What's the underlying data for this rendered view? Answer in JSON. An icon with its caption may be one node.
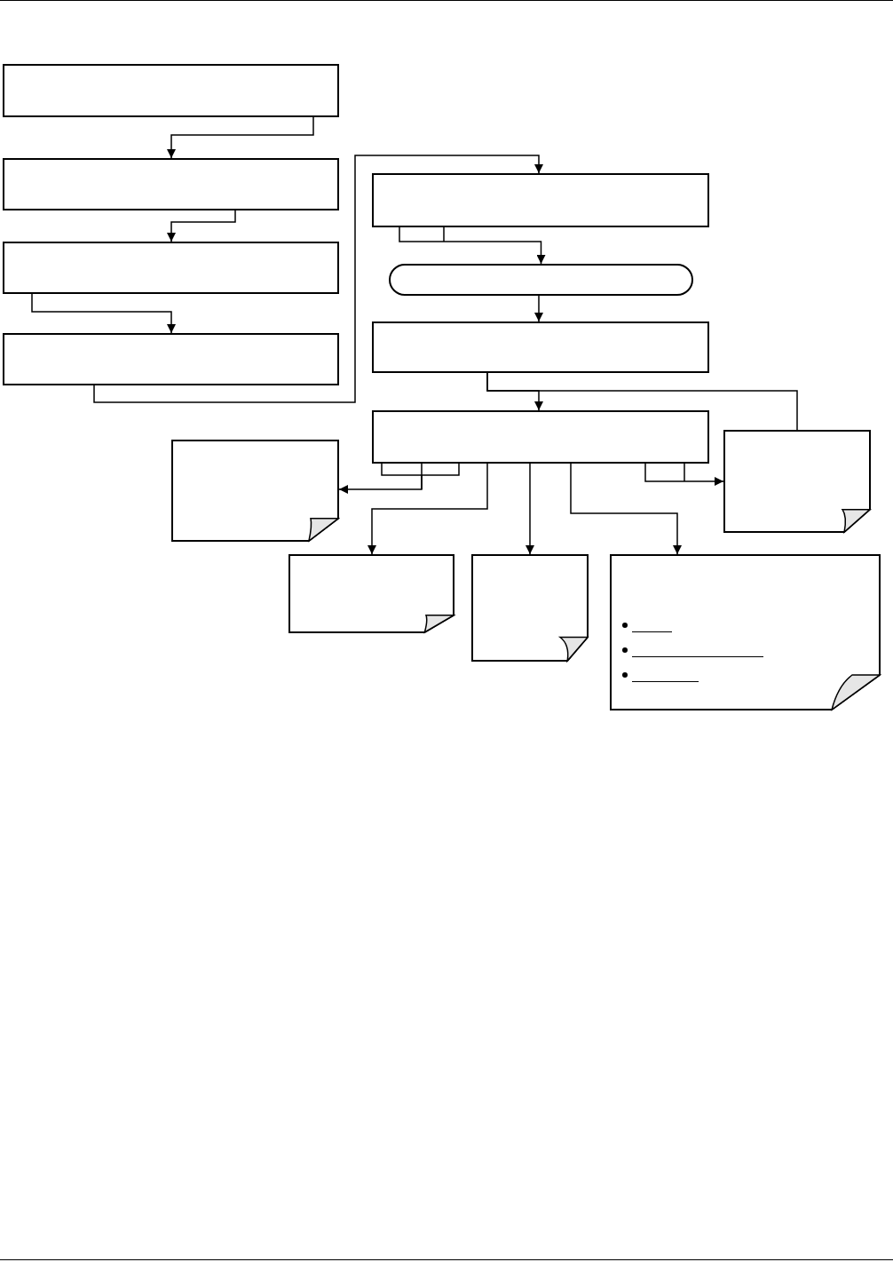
{
  "diagram": {
    "nodes": [
      {
        "text": [],
        "shape": "box"
      },
      {
        "text": [],
        "shape": "box"
      },
      {
        "text": [],
        "shape": "box"
      },
      {
        "text": [],
        "shape": "box"
      },
      {
        "text": [],
        "shape": "box"
      },
      {
        "text": [],
        "shape": "pill"
      },
      {
        "text": [],
        "shape": "box"
      },
      {
        "text": [],
        "shape": "box"
      },
      {
        "text": [],
        "shape": "note"
      },
      {
        "text": [],
        "shape": "note"
      },
      {
        "text": [],
        "shape": "note"
      },
      {
        "text": [],
        "shape": "note"
      },
      {
        "text": [],
        "shape": "note"
      }
    ],
    "edges": [
      {
        "from": 0,
        "to": 1,
        "arrow": "to"
      },
      {
        "from": 1,
        "to": 2,
        "arrow": "to"
      },
      {
        "from": 2,
        "to": 3,
        "arrow": "to"
      },
      {
        "from": 3,
        "to": 4,
        "arrow": "to"
      },
      {
        "from": 4,
        "to": 5,
        "arrow": "to"
      },
      {
        "from": 5,
        "to": 6,
        "arrow": "to"
      },
      {
        "from": 6,
        "to": 7,
        "arrow": "to"
      },
      {
        "from": 6,
        "to": 9,
        "arrow": "none"
      },
      {
        "from": 7,
        "to": 8,
        "arrow": "to"
      },
      {
        "from": 7,
        "to": 10,
        "arrow": "to"
      },
      {
        "from": 7,
        "to": 11,
        "arrow": "to"
      },
      {
        "from": 7,
        "to": 12,
        "arrow": "to"
      },
      {
        "from": 7,
        "to": 9,
        "arrow": "to"
      }
    ]
  }
}
